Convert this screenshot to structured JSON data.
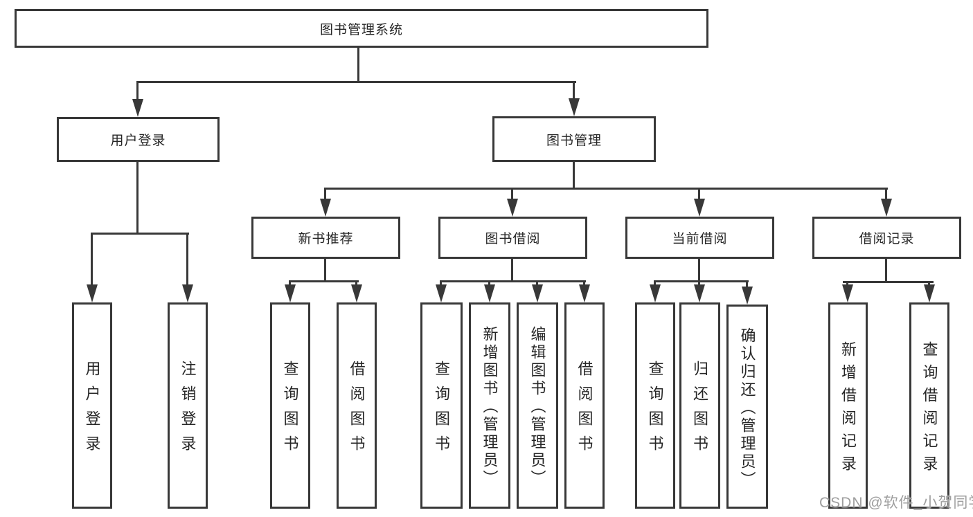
{
  "title": "图书管理系统",
  "nodes": {
    "root": "图书管理系统",
    "user_login": "用户登录",
    "book_mgmt": "图书管理",
    "new_book": "新书推荐",
    "borrow": "图书借阅",
    "current": "当前借阅",
    "record": "借阅记录"
  },
  "leaves": {
    "user_login": [
      "用户登录",
      "注销登录"
    ],
    "new_book": [
      "查询图书",
      "借阅图书"
    ],
    "borrow": [
      "查询图书",
      "新增图书（管理员）",
      "编辑图书（管理员）",
      "借阅图书"
    ],
    "current": [
      "查询图书",
      "归还图书",
      "确认归还（管理员）"
    ],
    "record": [
      "新增借阅记录",
      "查询借阅记录"
    ]
  },
  "watermark": "CSDN @软件_小贺同学",
  "colors": {
    "line": "#383838",
    "text": "#262626",
    "watermark": "#9e9e9e",
    "background": "#ffffff"
  }
}
